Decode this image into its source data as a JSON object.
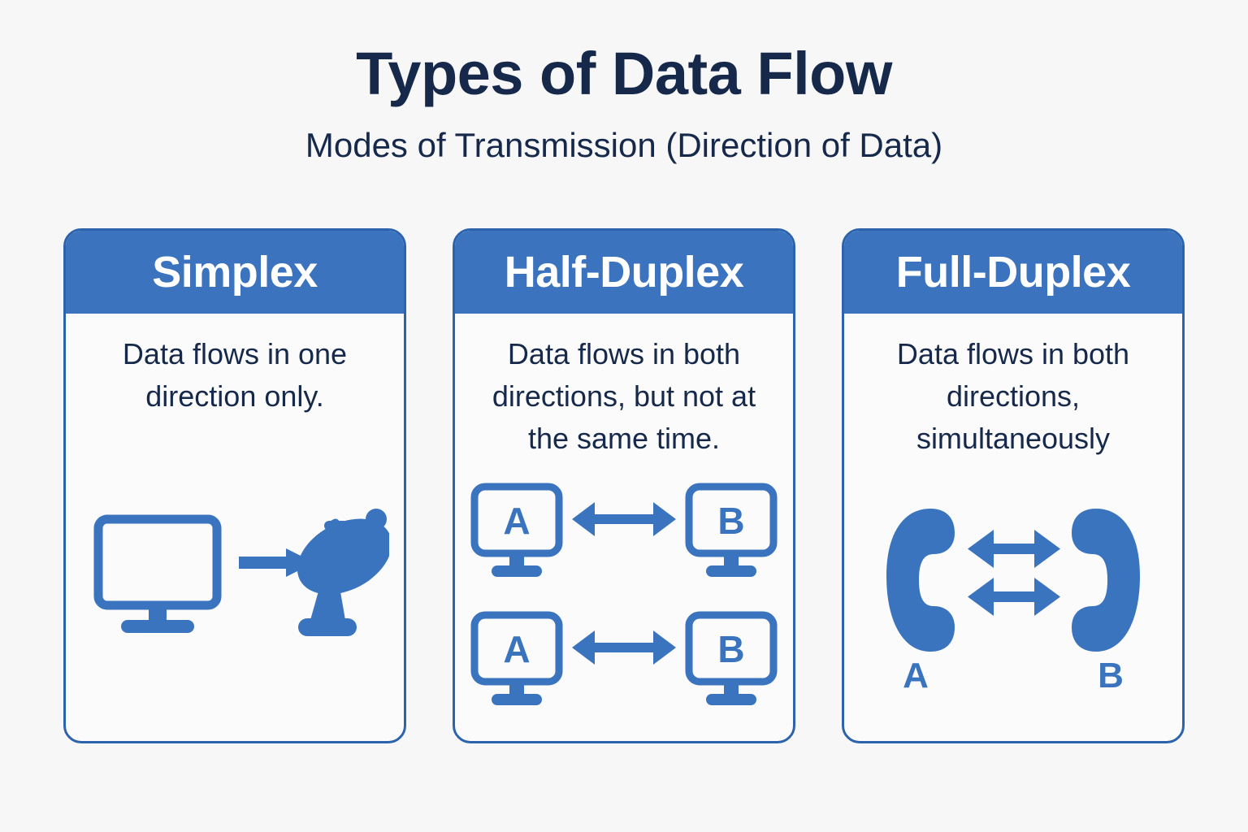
{
  "header": {
    "title": "Types of Data Flow",
    "subtitle": "Modes of Transmission (Direction of Data)"
  },
  "colors": {
    "background": "#f7f7f8",
    "title_text": "#16294a",
    "card_header_bg": "#3b73be",
    "card_border": "#2c63ac",
    "icon_blue": "#3b74be",
    "card_bg": "#fbfbfb",
    "header_text": "#ffffff"
  },
  "cards": [
    {
      "title": "Simplex",
      "description": "Data flows in one direction only.",
      "figure": {
        "type": "monitor-arrow-satellite",
        "nodes": [
          "monitor",
          "satellite-dish"
        ],
        "arrows": [
          "one-way-right"
        ]
      }
    },
    {
      "title": "Half-Duplex",
      "description": "Data flows in both directions, but not at the same time.",
      "figure": {
        "type": "two-rows-monitors",
        "rows": [
          {
            "left_label": "A",
            "right_label": "B",
            "arrow": "bidirectional"
          },
          {
            "left_label": "A",
            "right_label": "B",
            "arrow": "bidirectional"
          }
        ]
      }
    },
    {
      "title": "Full-Duplex",
      "description": "Data flows in both directions, simultaneously",
      "figure": {
        "type": "two-phones",
        "left_label": "A",
        "right_label": "B",
        "arrows": [
          "bidirectional",
          "bidirectional"
        ]
      }
    }
  ]
}
